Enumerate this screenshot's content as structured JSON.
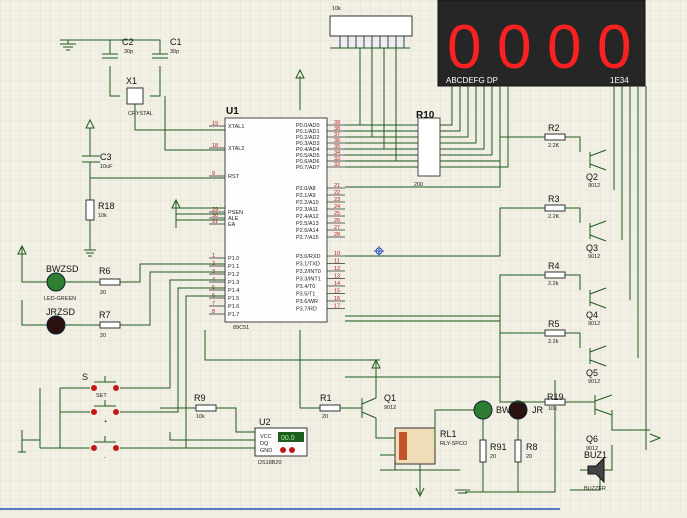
{
  "display": {
    "digits": [
      "0",
      "0",
      "0",
      "0"
    ],
    "label_segments": "ABCDEFG DP",
    "label_common": "1E34"
  },
  "top_label": "10k",
  "mcu": {
    "name": "U1",
    "part": "89C51",
    "left_pins": [
      {
        "num": "19",
        "name": "XTAL1"
      },
      {
        "num": "18",
        "name": "XTAL2"
      },
      {
        "num": "9",
        "name": "RST"
      },
      {
        "num": "29",
        "name": "PSEN"
      },
      {
        "num": "30",
        "name": "ALE"
      },
      {
        "num": "31",
        "name": "EA"
      },
      {
        "num": "1",
        "name": "P1.0"
      },
      {
        "num": "2",
        "name": "P1.1"
      },
      {
        "num": "3",
        "name": "P1.2"
      },
      {
        "num": "4",
        "name": "P1.3"
      },
      {
        "num": "5",
        "name": "P1.4"
      },
      {
        "num": "6",
        "name": "P1.5"
      },
      {
        "num": "7",
        "name": "P1.6"
      },
      {
        "num": "8",
        "name": "P1.7"
      }
    ],
    "right_pins": [
      {
        "num": "39",
        "name": "P0.0/AD0"
      },
      {
        "num": "38",
        "name": "P0.1/AD1"
      },
      {
        "num": "37",
        "name": "P0.2/AD2"
      },
      {
        "num": "36",
        "name": "P0.3/AD3"
      },
      {
        "num": "35",
        "name": "P0.4/AD4"
      },
      {
        "num": "34",
        "name": "P0.5/AD5"
      },
      {
        "num": "33",
        "name": "P0.6/AD6"
      },
      {
        "num": "32",
        "name": "P0.7/AD7"
      },
      {
        "num": "21",
        "name": "P2.0/A8"
      },
      {
        "num": "22",
        "name": "P2.1/A9"
      },
      {
        "num": "23",
        "name": "P2.2/A10"
      },
      {
        "num": "24",
        "name": "P2.3/A11"
      },
      {
        "num": "25",
        "name": "P2.4/A12"
      },
      {
        "num": "26",
        "name": "P2.5/A13"
      },
      {
        "num": "27",
        "name": "P2.6/A14"
      },
      {
        "num": "28",
        "name": "P2.7/A15"
      },
      {
        "num": "10",
        "name": "P3.0/RXD"
      },
      {
        "num": "11",
        "name": "P3.1/TXD"
      },
      {
        "num": "12",
        "name": "P3.2/INT0"
      },
      {
        "num": "13",
        "name": "P3.3/INT1"
      },
      {
        "num": "14",
        "name": "P3.4/T0"
      },
      {
        "num": "15",
        "name": "P3.5/T1"
      },
      {
        "num": "16",
        "name": "P3.6/WR"
      },
      {
        "num": "17",
        "name": "P3.7/RD"
      }
    ]
  },
  "crystal": {
    "ref": "X1",
    "part": "CRYSTAL"
  },
  "c2": {
    "ref": "C2",
    "val": "30p"
  },
  "c1": {
    "ref": "C1",
    "val": "30p"
  },
  "c3": {
    "ref": "C3",
    "val": "10uF"
  },
  "r18": {
    "ref": "R18",
    "val": "10k"
  },
  "r10": {
    "ref": "R10",
    "val": "200"
  },
  "leds": {
    "bwzsd": {
      "ref": "BWZSD",
      "part": "LED-GREEN"
    },
    "jrzsd": {
      "ref": "JRZSD"
    },
    "bw": {
      "ref": "BW"
    },
    "jr": {
      "ref": "JR"
    }
  },
  "r6": {
    "ref": "R6",
    "val": "20"
  },
  "r7": {
    "ref": "R7",
    "val": "20"
  },
  "r9": {
    "ref": "R9",
    "val": "10k"
  },
  "r1": {
    "ref": "R1",
    "val": "20"
  },
  "switches": {
    "ref": "S",
    "set": "SET",
    "plus": "+",
    "minus": "-"
  },
  "u2": {
    "ref": "U2",
    "part": "DS18B20",
    "pins": [
      "VCC",
      "DQ",
      "GND"
    ],
    "readout": "00.0"
  },
  "q1": {
    "ref": "Q1",
    "part": "9012"
  },
  "relay": {
    "ref": "RL1",
    "part": "RLY-SPCO"
  },
  "r91": {
    "ref": "R91",
    "val": "20"
  },
  "r8": {
    "ref": "R8",
    "val": "20"
  },
  "transistors": [
    {
      "rref": "R2",
      "rval": "2.2K",
      "qref": "Q2",
      "qpart": "9012"
    },
    {
      "rref": "R3",
      "rval": "2.2K",
      "qref": "Q3",
      "qpart": "9012"
    },
    {
      "rref": "R4",
      "rval": "2.2k",
      "qref": "Q4",
      "qpart": "9012"
    },
    {
      "rref": "R5",
      "rval": "2.2k",
      "qref": "Q5",
      "qpart": "9012"
    }
  ],
  "r19": {
    "ref": "R19",
    "val": "10k"
  },
  "q6": {
    "ref": "Q6",
    "part": "9012"
  },
  "buzzer": {
    "ref": "BUZ1",
    "part": "BUZZER"
  }
}
